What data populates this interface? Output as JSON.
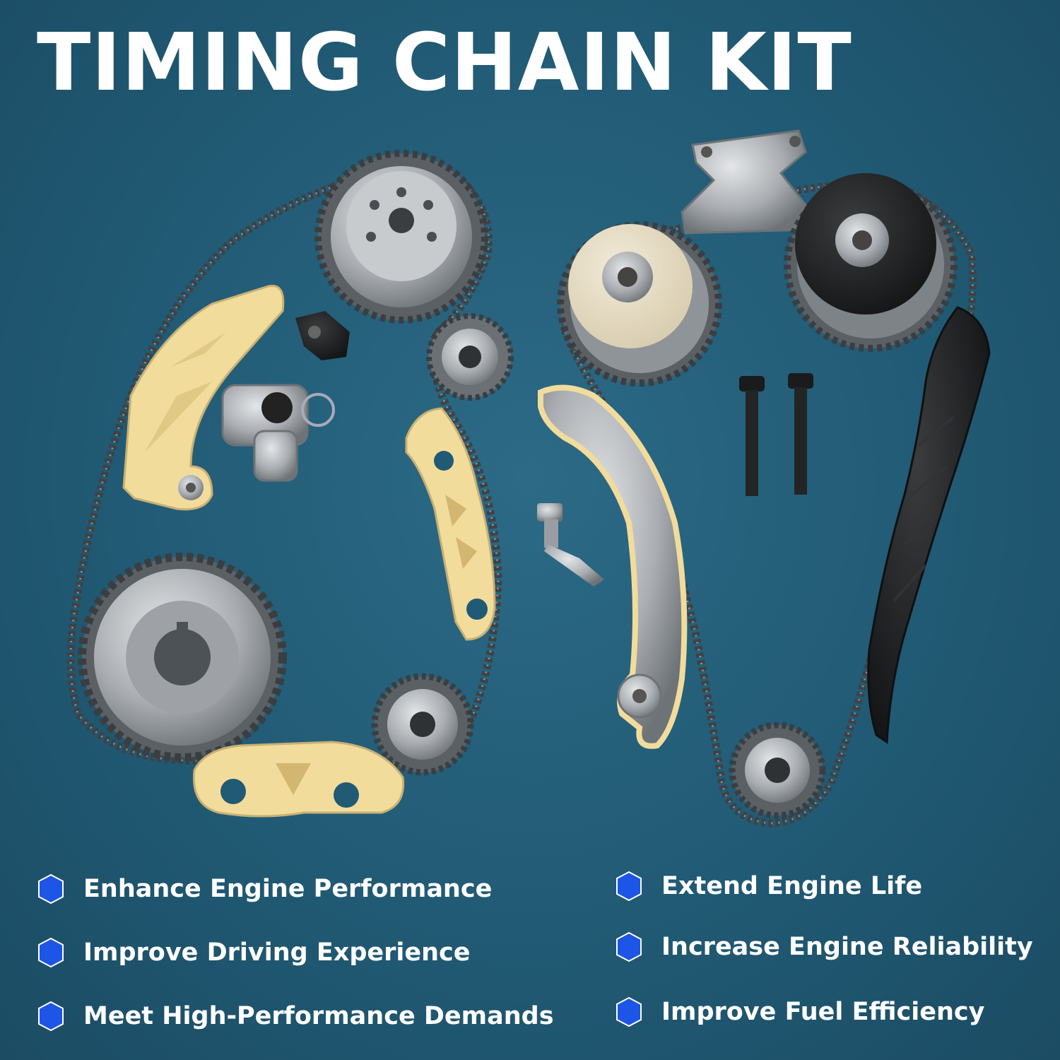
{
  "title": "TIMING CHAIN KIT",
  "colors": {
    "background": "#215a74",
    "guide": "#f3dea0",
    "metal": "#b9bcbf",
    "chain": "#4a4d50",
    "bullet": "#1d55e6"
  },
  "features_left": [
    "Enhance Engine Performance",
    "Improve Driving Experience",
    "Meet High-Performance Demands"
  ],
  "features_right": [
    "Extend Engine Life",
    "Increase Engine Reliability",
    "Improve Fuel Efficiency"
  ],
  "bullet_icon": "hexagon-icon"
}
